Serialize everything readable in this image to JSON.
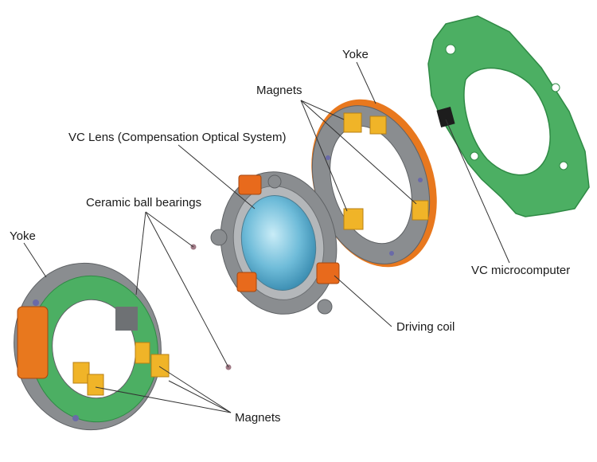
{
  "labels": {
    "yoke_right": "Yoke",
    "magnets_top": "Magnets",
    "vc_lens": "VC Lens (Compensation Optical System)",
    "ceramic_ball_bearings": "Ceramic ball bearings",
    "yoke_left": "Yoke",
    "vc_microcomputer": "VC microcomputer",
    "driving_coil": "Driving coil",
    "magnets_bottom": "Magnets"
  },
  "colors": {
    "pcb_green": "#4caf63",
    "pcb_edge": "#2f8a45",
    "frame_gray": "#8a8d90",
    "yoke_orange": "#e8781e",
    "magnet_yellow": "#f0b428",
    "coil_orange": "#e86a1c",
    "lens_blue": "#7ec6e0",
    "bearing": "#a07a86",
    "leader": "#333333"
  }
}
